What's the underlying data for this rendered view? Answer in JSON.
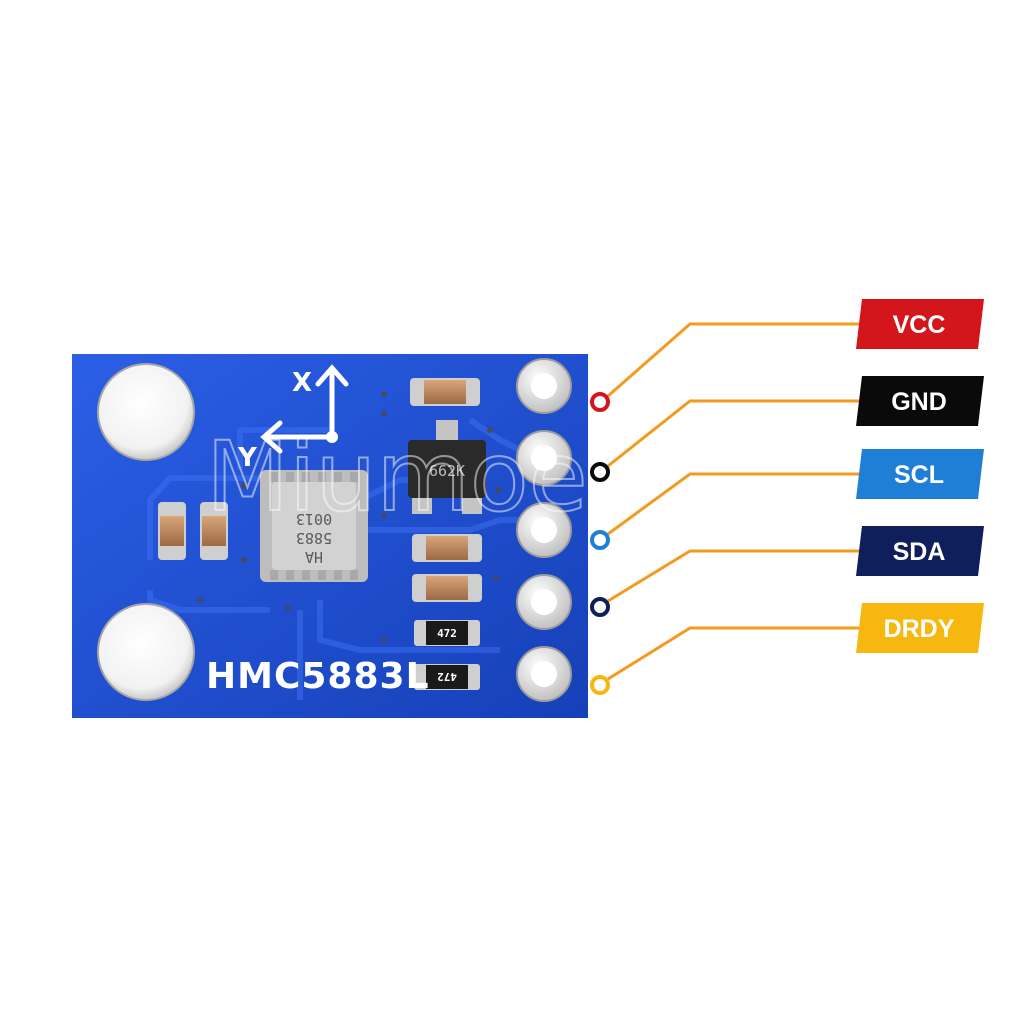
{
  "board": {
    "model": "HMC5883L",
    "axis_x": "X",
    "axis_y": "Y",
    "chip_marking": [
      "HA",
      "5883",
      "0013"
    ],
    "regulator_marking": "662K",
    "resistor_markings": [
      "472",
      "472"
    ],
    "pcb_color": "#1f4fd6"
  },
  "pins": [
    {
      "label": "VCC",
      "label_color": "#ffffff",
      "bg_color": "#d4151b",
      "dot_color": "#d4151b"
    },
    {
      "label": "GND",
      "label_color": "#ffffff",
      "bg_color": "#0a0a0a",
      "dot_color": "#0a0a0a"
    },
    {
      "label": "SCL",
      "label_color": "#ffffff",
      "bg_color": "#1f7fd6",
      "dot_color": "#1f7fd6"
    },
    {
      "label": "SDA",
      "label_color": "#ffffff",
      "bg_color": "#0f1f5c",
      "dot_color": "#0f1f5c"
    },
    {
      "label": "DRDY",
      "label_color": "#ffffff",
      "bg_color": "#f6b80f",
      "dot_color": "#f6b80f"
    }
  ],
  "leader_color": "#f39a1f",
  "watermark": "Miumoekm"
}
